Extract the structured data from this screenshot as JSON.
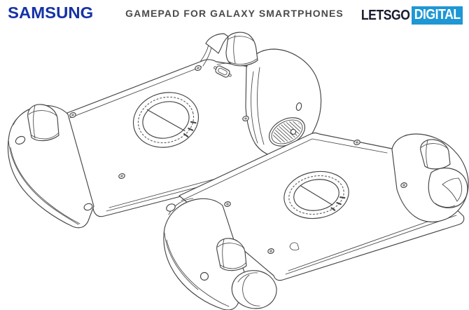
{
  "header": {
    "samsung_logo": "SAMSUNG",
    "title": "GAMEPAD FOR GALAXY SMARTPHONES",
    "letsgo": {
      "part1": "LETSGO",
      "part2": "DIGITAL"
    }
  },
  "theme": {
    "samsung_blue": "#1733a8",
    "letsgo_dark": "#191a2d",
    "letsgo_blue": "#1e97d4",
    "title_color": "#4a4a4a",
    "line_color": "#454545",
    "background": "#ffffff"
  },
  "figures": [
    {
      "name": "gamepad-back-view-upper-left"
    },
    {
      "name": "gamepad-back-view-lower-right"
    }
  ]
}
